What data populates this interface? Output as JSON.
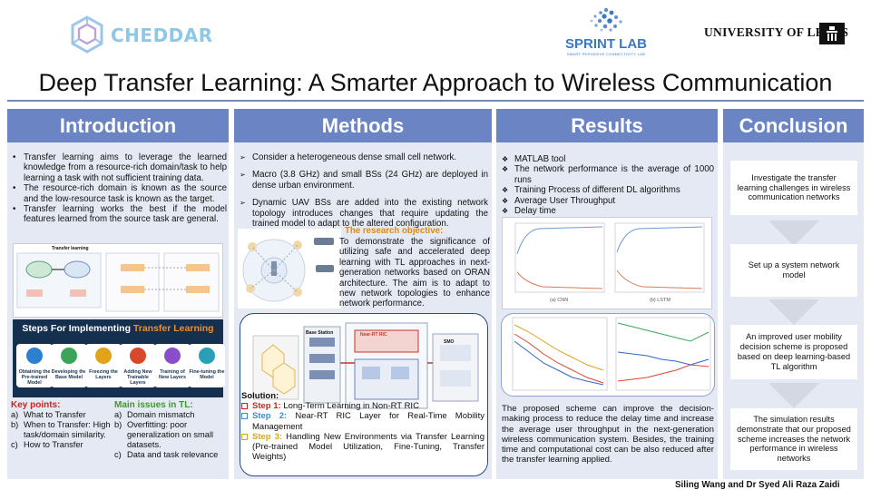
{
  "header": {
    "logo_left": "CHEDDAR",
    "logo_mid": "SPRINT LAB",
    "logo_mid_sub": "SMART PERVASIVE CONNECTIVITY LAB",
    "logo_right": "UNIVERSITY OF LEEDS",
    "title": "Deep Transfer Learning: A Smarter Approach to Wireless Communication"
  },
  "introduction": {
    "heading": "Introduction",
    "bullets": [
      "Transfer learning aims to leverage the learned knowledge from a resource-rich domain/task to help learning a task with not sufficient training data.",
      "The resource-rich domain is known as the source and the low-resource task is known as the target.",
      "Transfer learning works the best if the model features learned from the source task are general."
    ],
    "figure_label": "Transfer learning",
    "steps_title_prefix": "Steps For Implementing ",
    "steps_title_highlight": "Transfer Learning",
    "steps": [
      {
        "label": "Obtaining the Pre-trained Model",
        "color": "#2f7fd1"
      },
      {
        "label": "Developing the Base Model",
        "color": "#3aa55a"
      },
      {
        "label": "Freezing the Layers",
        "color": "#e0a31a"
      },
      {
        "label": "Adding New Trainable Layers",
        "color": "#d9482b"
      },
      {
        "label": "Training of New Layers",
        "color": "#8a4fc8"
      },
      {
        "label": "Fine-tuning the Model",
        "color": "#2a9fb6"
      }
    ],
    "key_points_title": "Key points:",
    "key_points": [
      {
        "k": "a)",
        "t": "What to Transfer"
      },
      {
        "k": "b)",
        "t": "When to Transfer: High task/domain similarity."
      },
      {
        "k": "c)",
        "t": "How to Transfer"
      }
    ],
    "main_issues_title": "Main issues in TL:",
    "main_issues": [
      {
        "k": "a)",
        "t": "Domain mismatch"
      },
      {
        "k": "b)",
        "t": "Overfitting: poor generalization on small datasets."
      },
      {
        "k": "c)",
        "t": "Data and task relevance"
      }
    ]
  },
  "methods": {
    "heading": "Methods",
    "bullets": [
      "Consider a heterogeneous dense small cell network.",
      "Macro (3.8 GHz) and small BSs (24 GHz) are deployed in dense urban environment.",
      "Dynamic UAV BSs are added into the existing network topology introduces changes that require updating the trained model to adapt to the altered configuration."
    ],
    "objective_title": "The research objective:",
    "objective_text": "To demonstrate the significance of utilizing safe and accelerated deep learning with TL approaches in next-generation networks based on ORAN architecture. The aim is to adapt to new network topologies to enhance network performance.",
    "arch_labels": {
      "base": "Base Station",
      "ric": "Near-RT RIC",
      "smo": "SMO"
    },
    "solution_title": "Solution:",
    "solution_steps": [
      {
        "label": "Step 1:",
        "text": "Long-Term Learning in Non-RT RIC"
      },
      {
        "label": "Step 2:",
        "text": "Near-RT RIC Layer for Real-Time Mobility Management"
      },
      {
        "label": "Step 3:",
        "text": "Handling New Environments via Transfer Learning (Pre-trained Model Utilization, Fine-Tuning, Transfer Weights)"
      }
    ],
    "colors": {
      "step1": "#c8261d",
      "step2": "#3b8bd6",
      "step3": "#e0a31a"
    }
  },
  "results": {
    "heading": "Results",
    "bullets": [
      "MATLAB tool",
      "The network performance is the average of 1000 runs",
      "Training Process of different DL algorithms",
      "Average User Throughput",
      "Delay time"
    ],
    "fig_captions": [
      "(a) CNN",
      "(b) LSTM"
    ],
    "paragraph": "The proposed scheme can improve the decision-making process to reduce the delay time and increase the average user throughput in the next-generation wireless communication system. Besides, the training time and computational cost can be also reduced after the transfer learning applied."
  },
  "conclusion": {
    "heading": "Conclusion",
    "boxes": [
      "Investigate the transfer learning challenges in wireless communication networks",
      "Set up a system network model",
      "An improved user mobility decision scheme is proposed based on deep learning-based TL algorithm",
      "The simulation results demonstrate that our proposed scheme increases the network performance in wireless networks"
    ]
  },
  "footer": {
    "authors": "Siling Wang and Dr Syed Ali Raza Zaidi"
  },
  "colors": {
    "accent": "#6a84c4",
    "panel": "#e4e9f3",
    "banner": "#15304f",
    "key_points": "#c8261d",
    "main_issues": "#3d9a2f"
  }
}
